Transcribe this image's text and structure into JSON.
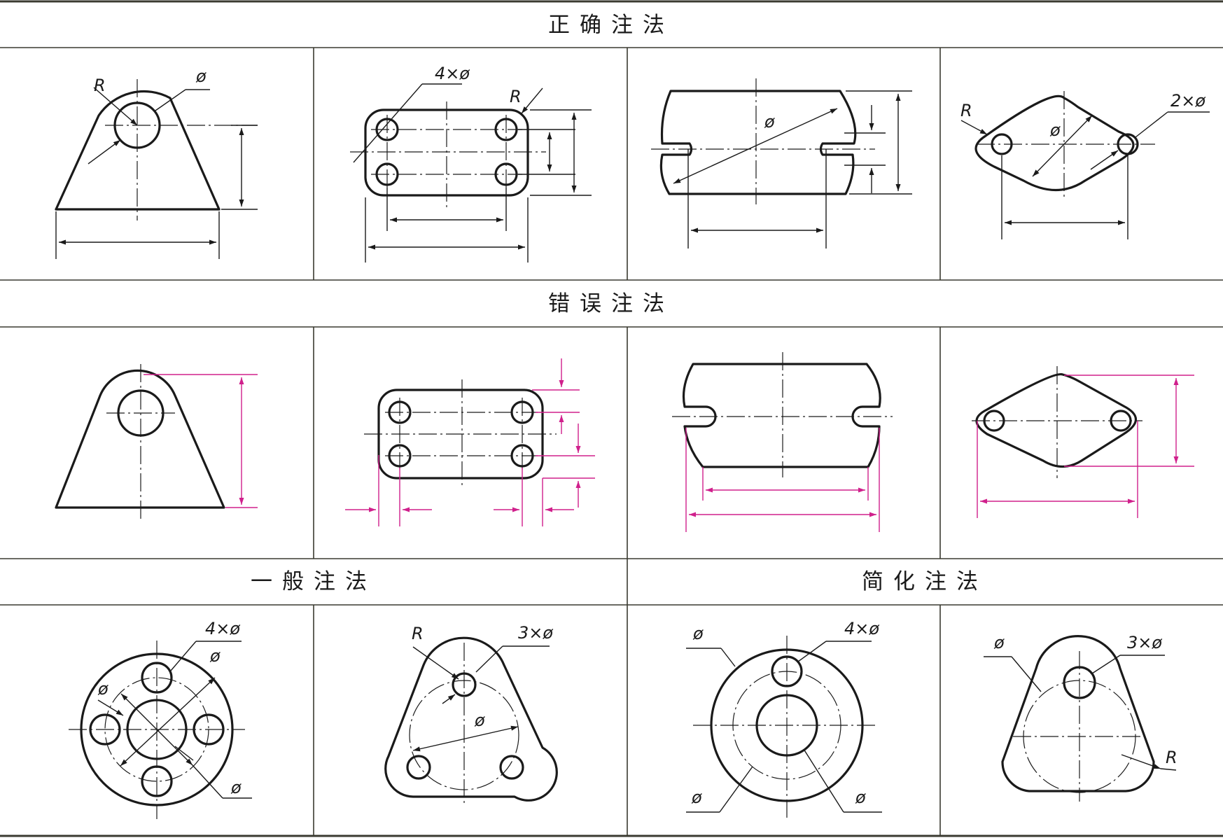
{
  "headers": {
    "correct": "正确注法",
    "wrong": "错误注法",
    "general": "一般注法",
    "simplified": "简化注法"
  },
  "correct_row": {
    "c1": {
      "r": "R",
      "dia": "ø"
    },
    "c2": {
      "holes": "4×ø",
      "r": "R"
    },
    "c3": {
      "dia": "ø"
    },
    "c4": {
      "r": "R",
      "dia": "ø",
      "holes": "2×ø"
    }
  },
  "general_row": {
    "c1": {
      "holes": "4×ø",
      "dia_top": "ø",
      "dia_left": "ø",
      "dia_bottom": "ø"
    },
    "c2": {
      "r": "R",
      "holes": "3×ø",
      "dia": "ø"
    }
  },
  "simplified_row": {
    "c3": {
      "dia_top": "ø",
      "holes": "4×ø",
      "dia_bl": "ø",
      "dia_br": "ø"
    },
    "c4": {
      "dia": "ø",
      "holes": "3×ø",
      "r": "R"
    }
  },
  "colors": {
    "line": "#1a1a1a",
    "grid": "#3a3a30",
    "wrong_dims": "#d0208c"
  }
}
